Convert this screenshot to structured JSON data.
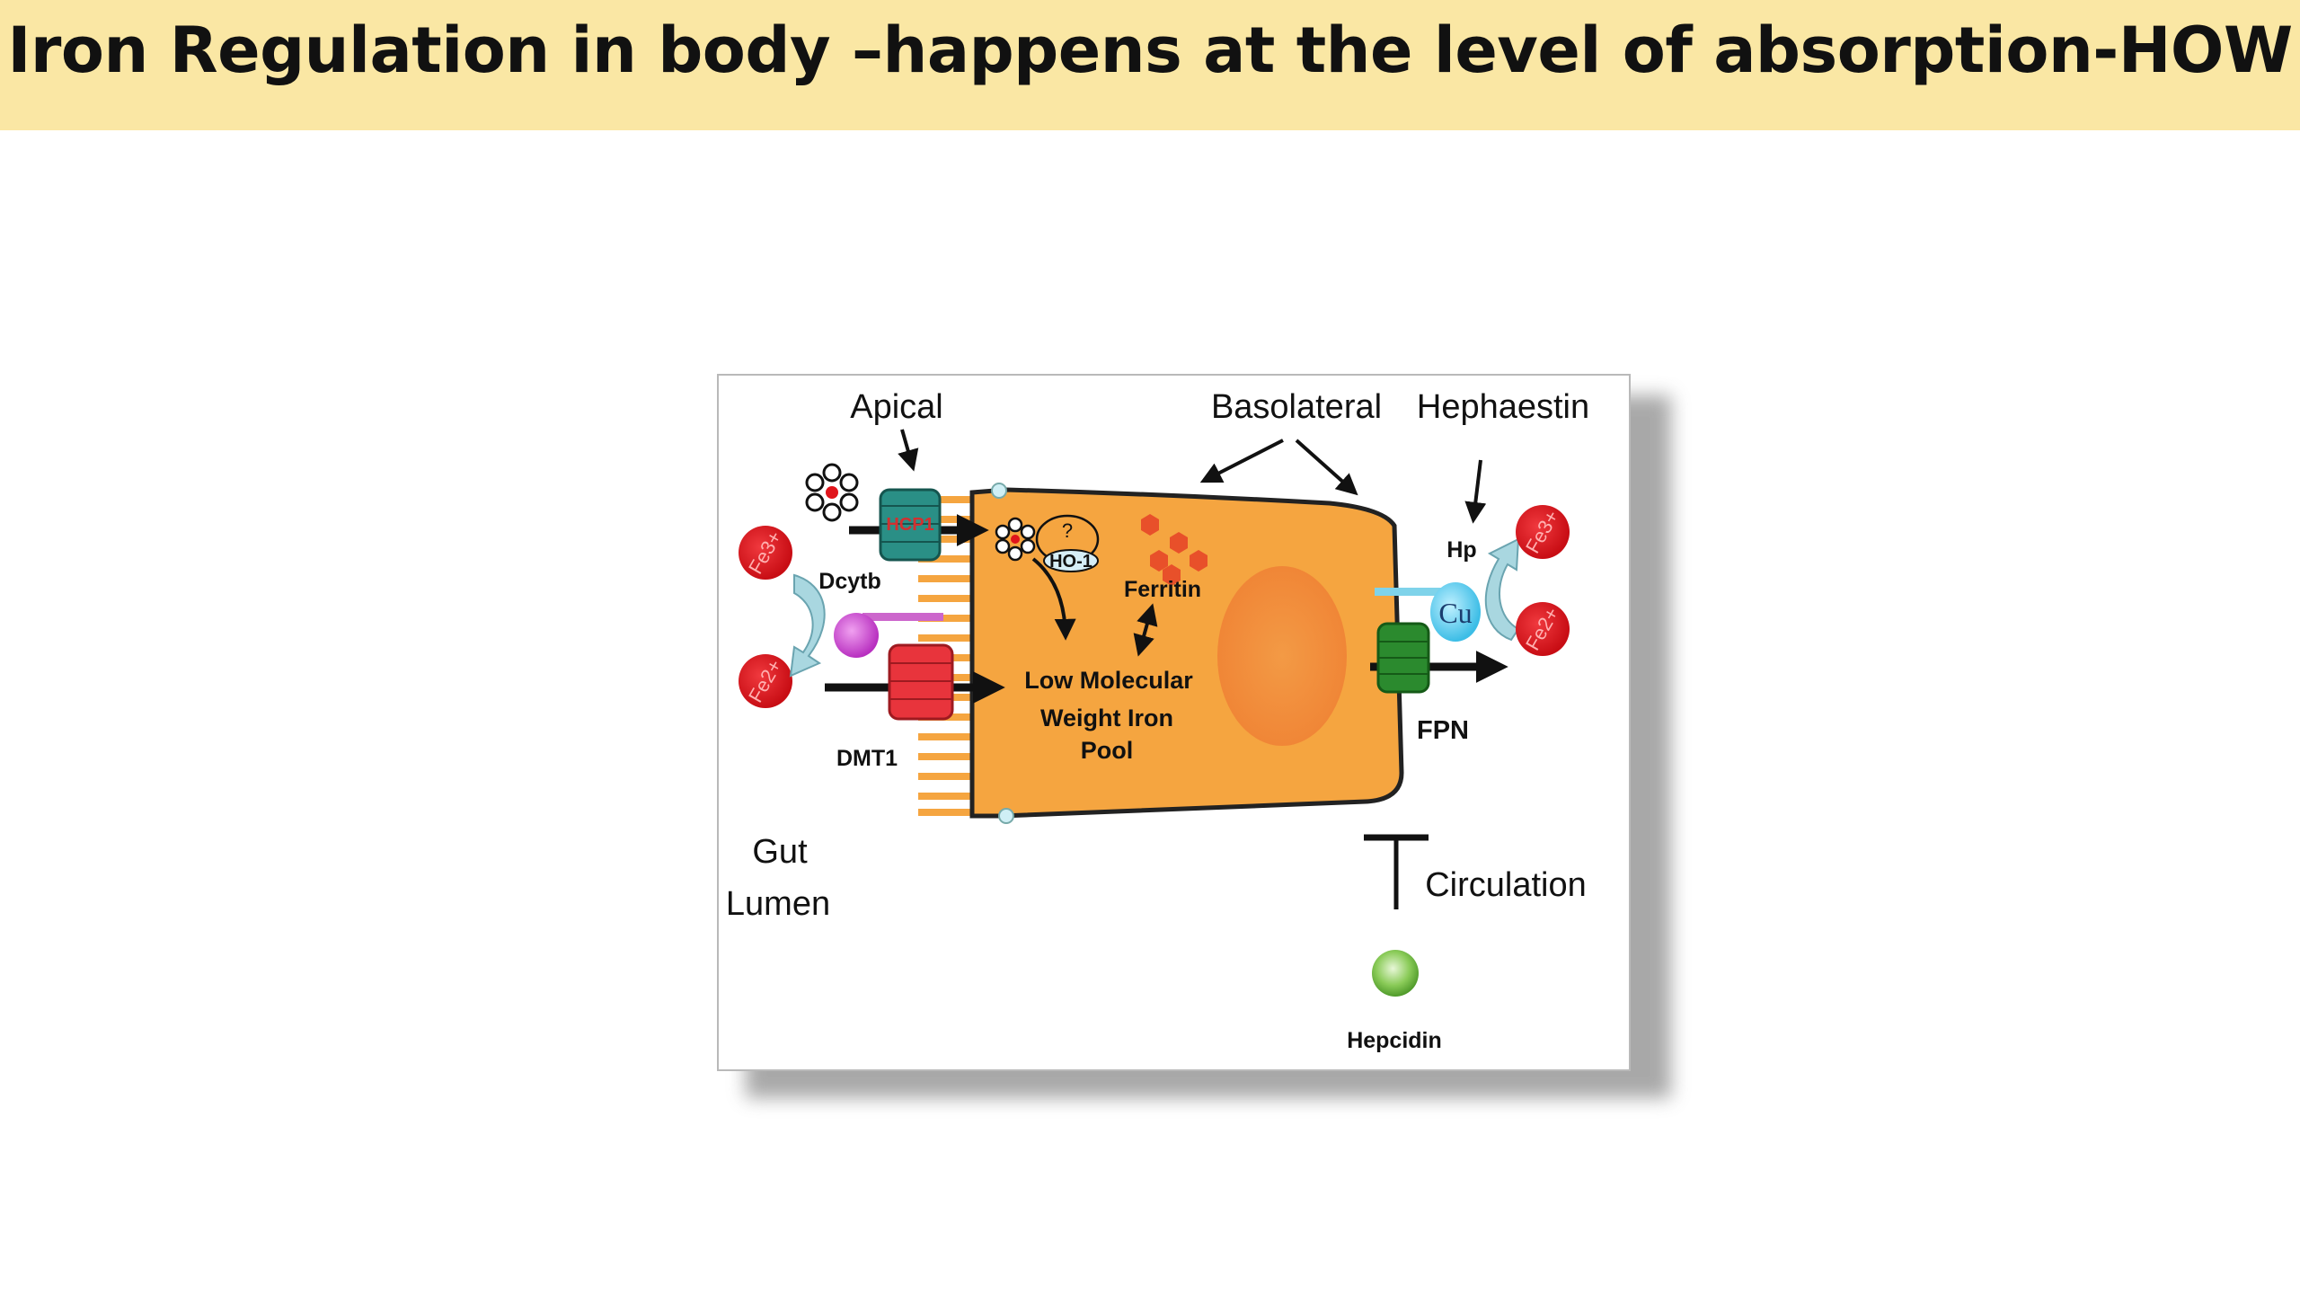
{
  "slide": {
    "title": "Iron Regulation in body –happens at the level of absorption-HOW"
  },
  "diagram": {
    "labels": {
      "apical": "Apical",
      "basolateral": "Basolateral",
      "hephaestin": "Hephaestin",
      "hp": "Hp",
      "cu": "Cu",
      "dcytb": "Dcytb",
      "dmt1": "DMT1",
      "hcp1": "HCP1",
      "ho1": "HO-1",
      "question": "?",
      "ferritin": "Ferritin",
      "pool_line1": "Low Molecular",
      "pool_line2": "Weight Iron",
      "pool_line3": "Pool",
      "fpn": "FPN",
      "gut": "Gut",
      "lumen": "Lumen",
      "circulation": "Circulation",
      "hepcidin": "Hepcidin"
    },
    "ions": {
      "fe3_left": "Fe3+",
      "fe2_left": "Fe2+",
      "fe3_right": "Fe3+",
      "fe2_right": "Fe2+"
    },
    "colors": {
      "banner": "#fae7a4",
      "cell": "#f5a540",
      "nucleus": "#f08a3a",
      "iron": "#e0141b",
      "dmt1": "#e8343c",
      "hcp1": "#2a8f86",
      "fpn": "#2b8a2e",
      "dcytb": "#cc44cc",
      "copper": "#5ed0f0",
      "hepcidin": "#7cc24a",
      "ferritin": "#e8502a"
    }
  }
}
